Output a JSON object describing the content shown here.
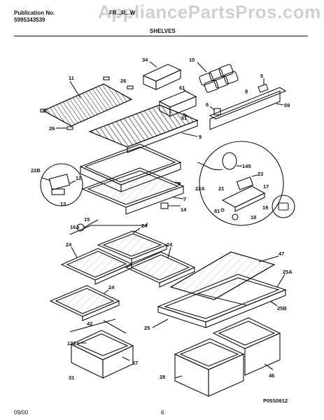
{
  "header": {
    "pub_label": "Publication No.",
    "pub_number": "5995343539",
    "model_partial": "FR...R...W",
    "section_title": "SHELVES"
  },
  "watermark": "AppliancePartsPros.com",
  "footer": {
    "date": "09/00",
    "page": "6"
  },
  "diagram_code": "P05S0912",
  "callouts": {
    "c11": "11",
    "c26a": "26",
    "c26b": "26",
    "c34": "34",
    "c10": "10",
    "c61a": "61",
    "c61b": "61",
    "c5": "5",
    "c8a": "8",
    "c6": "6",
    "c59": "59",
    "c9": "9",
    "c22b": "22B",
    "c12": "12",
    "c13": "13",
    "c8b": "8",
    "c7": "7",
    "c14": "14",
    "c145": "145",
    "c23": "23",
    "c22a": "22A",
    "c21": "21",
    "c17": "17",
    "c19": "19",
    "c81": "81",
    "c18": "18",
    "c15": "15",
    "c16a": "16A",
    "c24a": "24",
    "c24b": "24",
    "c24c": "24",
    "c24d": "24",
    "c47": "47",
    "c25a": "25A",
    "c25b": "25B",
    "c25": "25",
    "c42": "42",
    "c123": "123",
    "c57": "57",
    "c31": "31",
    "c28": "28",
    "c46": "46"
  }
}
